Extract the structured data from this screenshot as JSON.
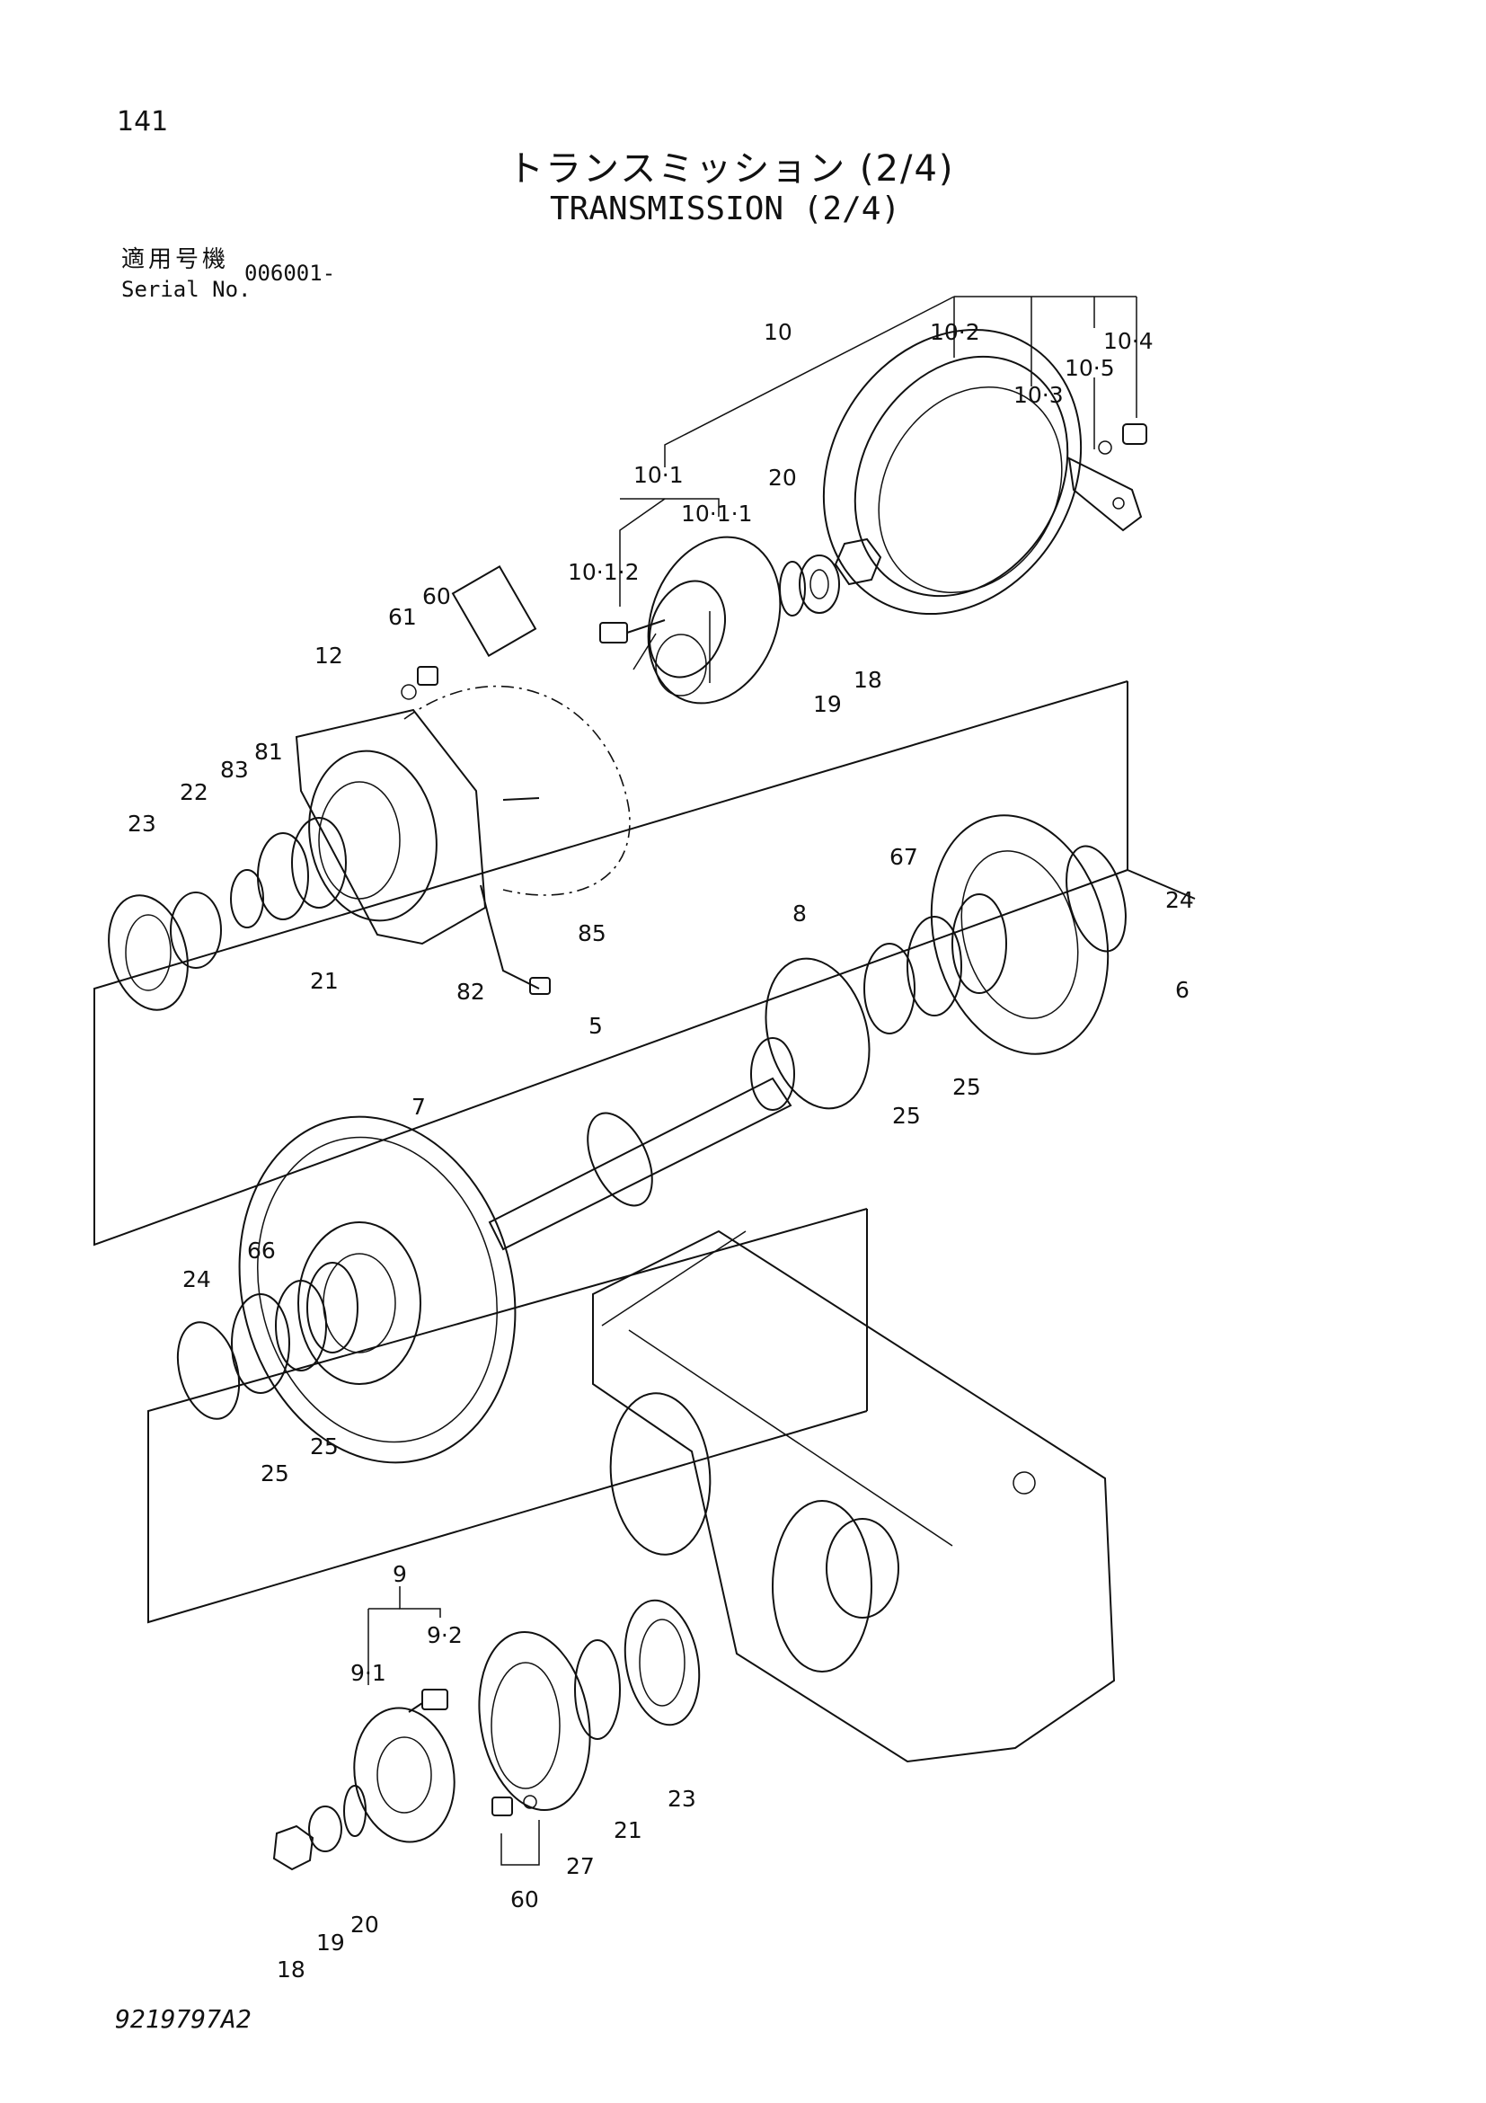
{
  "header": {
    "page_number": "141",
    "title_jp": "トランスミッション (2/4)",
    "title_en": "TRANSMISSION (2/4)",
    "serial_label_jp": "適用号機",
    "serial_label_en": "Serial No.",
    "serial_value": "006001-"
  },
  "footer": {
    "drawing_code": "9219797A2"
  },
  "callouts": {
    "c10": "10",
    "c10_2": "10·2",
    "c10_4": "10·4",
    "c10_5": "10·5",
    "c10_3": "10·3",
    "c10_1": "10·1",
    "c10_1_1": "10·1·1",
    "c10_1_2": "10·1·2",
    "c20_top": "20",
    "c19_top": "19",
    "c18_top": "18",
    "c61": "61",
    "c60_top": "60",
    "c12": "12",
    "c23_top": "23",
    "c22": "22",
    "c83": "83",
    "c81": "81",
    "c21_top": "21",
    "c85": "85",
    "c82": "82",
    "c67": "67",
    "c8": "8",
    "c24_right": "24",
    "c6": "6",
    "c5": "5",
    "c25_a": "25",
    "c25_b": "25",
    "c7": "7",
    "c66": "66",
    "c24_left": "24",
    "c25_c": "25",
    "c25_d": "25",
    "c9": "9",
    "c9_1": "9·1",
    "c9_2": "9·2",
    "c23_bot": "23",
    "c21_bot": "21",
    "c27": "27",
    "c60_bot": "60",
    "c20_bot": "20",
    "c19_bot": "19",
    "c18_bot": "18"
  }
}
